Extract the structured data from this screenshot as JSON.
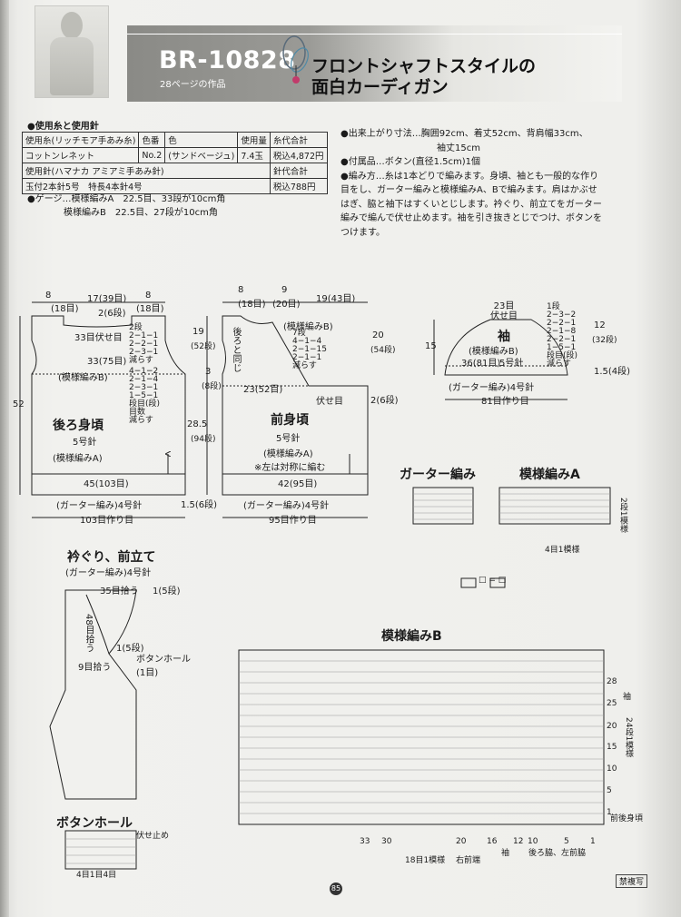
{
  "header": {
    "code": "BR-10828",
    "subtitle": "28ページの作品",
    "title_line1": "フロントシャフトスタイルの",
    "title_line2": "面白カーディガン"
  },
  "materials": {
    "heading": "●使用糸と使用針",
    "rows": [
      [
        "使用糸(リッチモア手あみ糸)",
        "色番",
        "色",
        "使用量",
        "糸代合計"
      ],
      [
        "コットンレネット",
        "No.2",
        "(サンドベージュ)",
        "7.4玉",
        "税込4,872円"
      ],
      [
        "使用針(ハマナカ アミアミ手あみ針)",
        "",
        "",
        "",
        "針代合計"
      ],
      [
        "玉付2本針5号　特長4本針4号",
        "",
        "",
        "",
        "税込788円"
      ]
    ],
    "gauge1": "●ゲージ…模様編みA　22.5目、33段が10cm角",
    "gauge2": "模様編みB　22.5目、27段が10cm角"
  },
  "info": {
    "line1": "●出来上がり寸法…胸囲92cm、着丈52cm、背肩幅33cm、",
    "line2": "袖丈15cm",
    "line3": "●付属品…ボタン(直径1.5cm)1個",
    "line4": "●編み方…糸は1本どりで編みます。身頃、袖とも一般的な作り",
    "line5": "目をし、ガーター編みと模様編みA、Bで編みます。肩はかぶせ",
    "line6": "はぎ、脇と袖下はすくいとじします。衿ぐり、前立てをガーター",
    "line7": "編みで編んで伏せ止めます。袖を引き抜きとじでつけ、ボタンを",
    "line8": "つけます。"
  },
  "back": {
    "top_dims": [
      "8",
      "17(39目)",
      "8",
      "(18目)",
      "(18目)",
      "2(6段)"
    ],
    "dec1": "33目伏せ目",
    "dec1b": "2段\n2−1−1\n2−2−1\n2−3−1\n減らす",
    "dec2": "33(75目)",
    "pattern_b": "(模様編みB)",
    "dec3": "4−1−2\n2−1−4\n2−3−1\n1−5−1\n段目(段)\n目数\n減らす",
    "name": "後ろ身頃",
    "needle": "5号針",
    "pattern_a": "(模様編みA)",
    "width": "45(103目)",
    "garter": "(ガーター編み)4号針",
    "cast": "103目作り目",
    "h52": "52",
    "h19": "19",
    "h19b": "(52段)",
    "h3": "3",
    "h3b": "(8段)",
    "h285": "28.5",
    "h285b": "(94段)",
    "h15": "1.5(6段)"
  },
  "front": {
    "top_dims": [
      "8",
      "9",
      "19(43目)",
      "(18目)",
      "(20目)"
    ],
    "same": "後ろと同じ",
    "pattern_b": "(模様編みB)",
    "dec": "7段\n4−1−4\n2−1−15\n2−1−1\n減らす",
    "bo": "23(52目)",
    "bo2": "伏せ目",
    "h20": "20",
    "h20b": "(54段)",
    "h2": "2(6段)",
    "name": "前身頃",
    "needle": "5号針",
    "pattern_a": "(模様編みA)",
    "note": "※左は対称に編む",
    "width": "42(95目)",
    "garter": "(ガーター編み)4号針",
    "cast": "95目作り目"
  },
  "sleeve": {
    "top": "23目\n伏せ目",
    "dec": "1段\n2−3−2\n2−2−1\n2−1−8\n2−2−1\n1−5−1\n段目(段)\n減らす",
    "name": "袖",
    "pattern_b": "(模様編みB)",
    "needle": "5号針",
    "width": "36(81目)",
    "garter": "(ガーター編み)4号針",
    "cast": "81目作り目",
    "h15": "15",
    "h12": "12",
    "h12b": "(32段)",
    "h15b": "1.5(4段)"
  },
  "charts": {
    "garter_title": "ガーター編み",
    "patternA_title": "模様編みA",
    "patternA_note1": "2段1模様",
    "patternA_note2": "4目1模様",
    "legend": "□ = □",
    "patternB_title": "模様編みB",
    "patternB_rows": [
      "28",
      "25",
      "20",
      "15",
      "10",
      "5",
      "1"
    ],
    "patternB_cols": [
      "33",
      "30",
      "20",
      "16",
      "12",
      "10",
      "5",
      "1"
    ],
    "patternB_side": [
      "袖",
      "24段1模様",
      "前後身頃"
    ],
    "patternB_bottom": [
      "18目1模様",
      "右前端",
      "袖",
      "後ろ脇、左前脇"
    ]
  },
  "collar": {
    "title": "衿ぐり、前立て",
    "sub": "(ガーター編み)4号針",
    "pickup1": "35目拾う",
    "pickup1b": "1(5段)",
    "side": "48目拾う",
    "bh1": "1(5段)",
    "bh2": "ボタンホール",
    "pickup2": "9目拾う",
    "bh3": "(1目)"
  },
  "buttonhole": {
    "title": "ボタンホール",
    "bo": "伏せ止め",
    "counts": "4目1目4目"
  },
  "footer": {
    "page": "85",
    "stamp": "禁複写"
  }
}
